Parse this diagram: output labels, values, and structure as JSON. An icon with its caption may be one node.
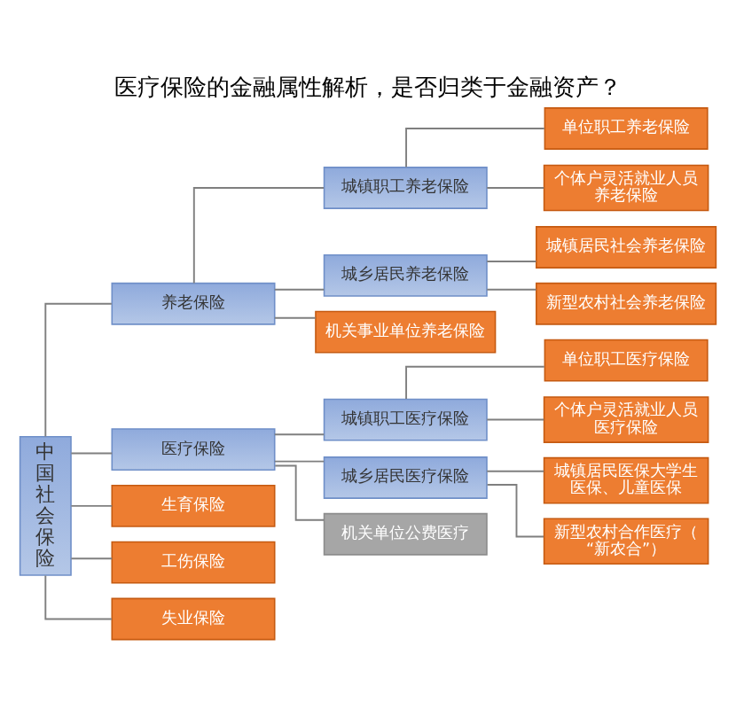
{
  "diagram": {
    "title": "医疗保险的金融属性解析，是否归类于金融资产？",
    "nodes": [
      {
        "text": [
          "中国社会保险"
        ]
      },
      {
        "text": [
          "养老保险"
        ]
      },
      {
        "text": [
          "城镇职工养老保险"
        ]
      },
      {
        "text": [
          "单位职工养老保险"
        ]
      },
      {
        "text": [
          "个体户灵活就业人员养老保险"
        ]
      },
      {
        "text": [
          "城乡居民养老保险"
        ]
      },
      {
        "text": [
          "城镇居民社会养老保险"
        ]
      },
      {
        "text": [
          "新型农村社会养老保险"
        ]
      },
      {
        "text": [
          "机关事业单位养老保险"
        ]
      },
      {
        "text": [
          "医疗保险"
        ]
      },
      {
        "text": [
          "城镇职工医疗保险"
        ]
      },
      {
        "text": [
          "单位职工医疗保险"
        ]
      },
      {
        "text": [
          "个体户灵活就业人员医疗保险"
        ]
      },
      {
        "text": [
          "城乡居民医疗保险"
        ]
      },
      {
        "text": [
          "城镇居民医保大学生医保、儿童医保"
        ]
      },
      {
        "text": [
          "新型农村合作医疗（“新农合”）"
        ]
      },
      {
        "text": [
          "机关单位公费医疗"
        ]
      },
      {
        "text": [
          "生育保险"
        ]
      },
      {
        "text": [
          "工伤保险"
        ]
      },
      {
        "text": [
          "失业保险"
        ]
      }
    ],
    "edges": [
      {
        "from": 0,
        "to": 1,
        "arrow": "none"
      },
      {
        "from": 1,
        "to": 2,
        "arrow": "none"
      },
      {
        "from": 2,
        "to": 3,
        "arrow": "none"
      },
      {
        "from": 2,
        "to": 4,
        "arrow": "none"
      },
      {
        "from": 1,
        "to": 5,
        "arrow": "none"
      },
      {
        "from": 5,
        "to": 6,
        "arrow": "none"
      },
      {
        "from": 5,
        "to": 7,
        "arrow": "none"
      },
      {
        "from": 1,
        "to": 8,
        "arrow": "none"
      },
      {
        "from": 0,
        "to": 9,
        "arrow": "none"
      },
      {
        "from": 9,
        "to": 10,
        "arrow": "none"
      },
      {
        "from": 10,
        "to": 11,
        "arrow": "none"
      },
      {
        "from": 10,
        "to": 12,
        "arrow": "none"
      },
      {
        "from": 9,
        "to": 13,
        "arrow": "none"
      },
      {
        "from": 13,
        "to": 14,
        "arrow": "none"
      },
      {
        "from": 13,
        "to": 15,
        "arrow": "none"
      },
      {
        "from": 9,
        "to": 16,
        "arrow": "none"
      },
      {
        "from": 0,
        "to": 17,
        "arrow": "none"
      },
      {
        "from": 0,
        "to": 18,
        "arrow": "none"
      },
      {
        "from": 0,
        "to": 19,
        "arrow": "none"
      }
    ]
  }
}
